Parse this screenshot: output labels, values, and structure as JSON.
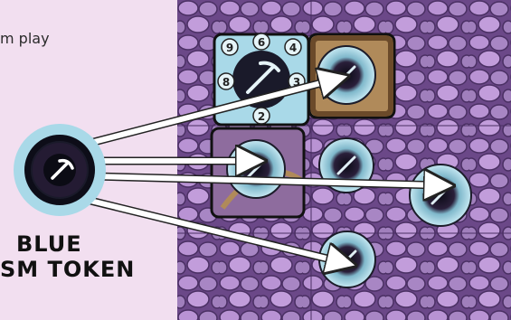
{
  "caption": {
    "intro_fragment": "m play",
    "token_label_line1": "BLUE",
    "token_label_line2": "SM TOKEN"
  },
  "colors": {
    "background": "#f2dff0",
    "stone": "#b58fd0",
    "stone_dark": "#5b3c78",
    "token_blue": "#a9d9e8",
    "arrow": "#ffffff"
  },
  "game": {
    "tile_numbers": [
      "9",
      "6",
      "4",
      "3",
      "2",
      "8"
    ],
    "token_symbol": "pickaxe"
  }
}
